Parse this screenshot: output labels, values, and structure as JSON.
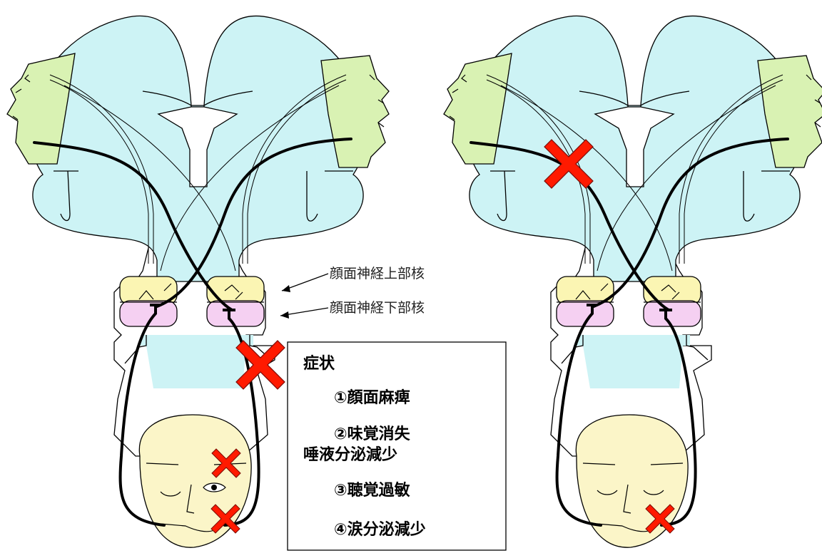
{
  "labels": {
    "upper_nucleus": "顔面神経上部核",
    "lower_nucleus": "顔面神経下部核"
  },
  "symptoms": {
    "title": "症状",
    "items": [
      "①顔面麻痺",
      "②味覚消失",
      "唾液分泌減少",
      "③聴覚過敏",
      "④涙分泌減少"
    ]
  },
  "colors": {
    "brain": "#cdf3f5",
    "cortex_face": "#d9f2b3",
    "upper_nucleus": "#fbf5b3",
    "lower_nucleus": "#f5d0f2",
    "face": "#fbf5c8",
    "lesion": "#ff1a00",
    "nerve": "#000000"
  }
}
